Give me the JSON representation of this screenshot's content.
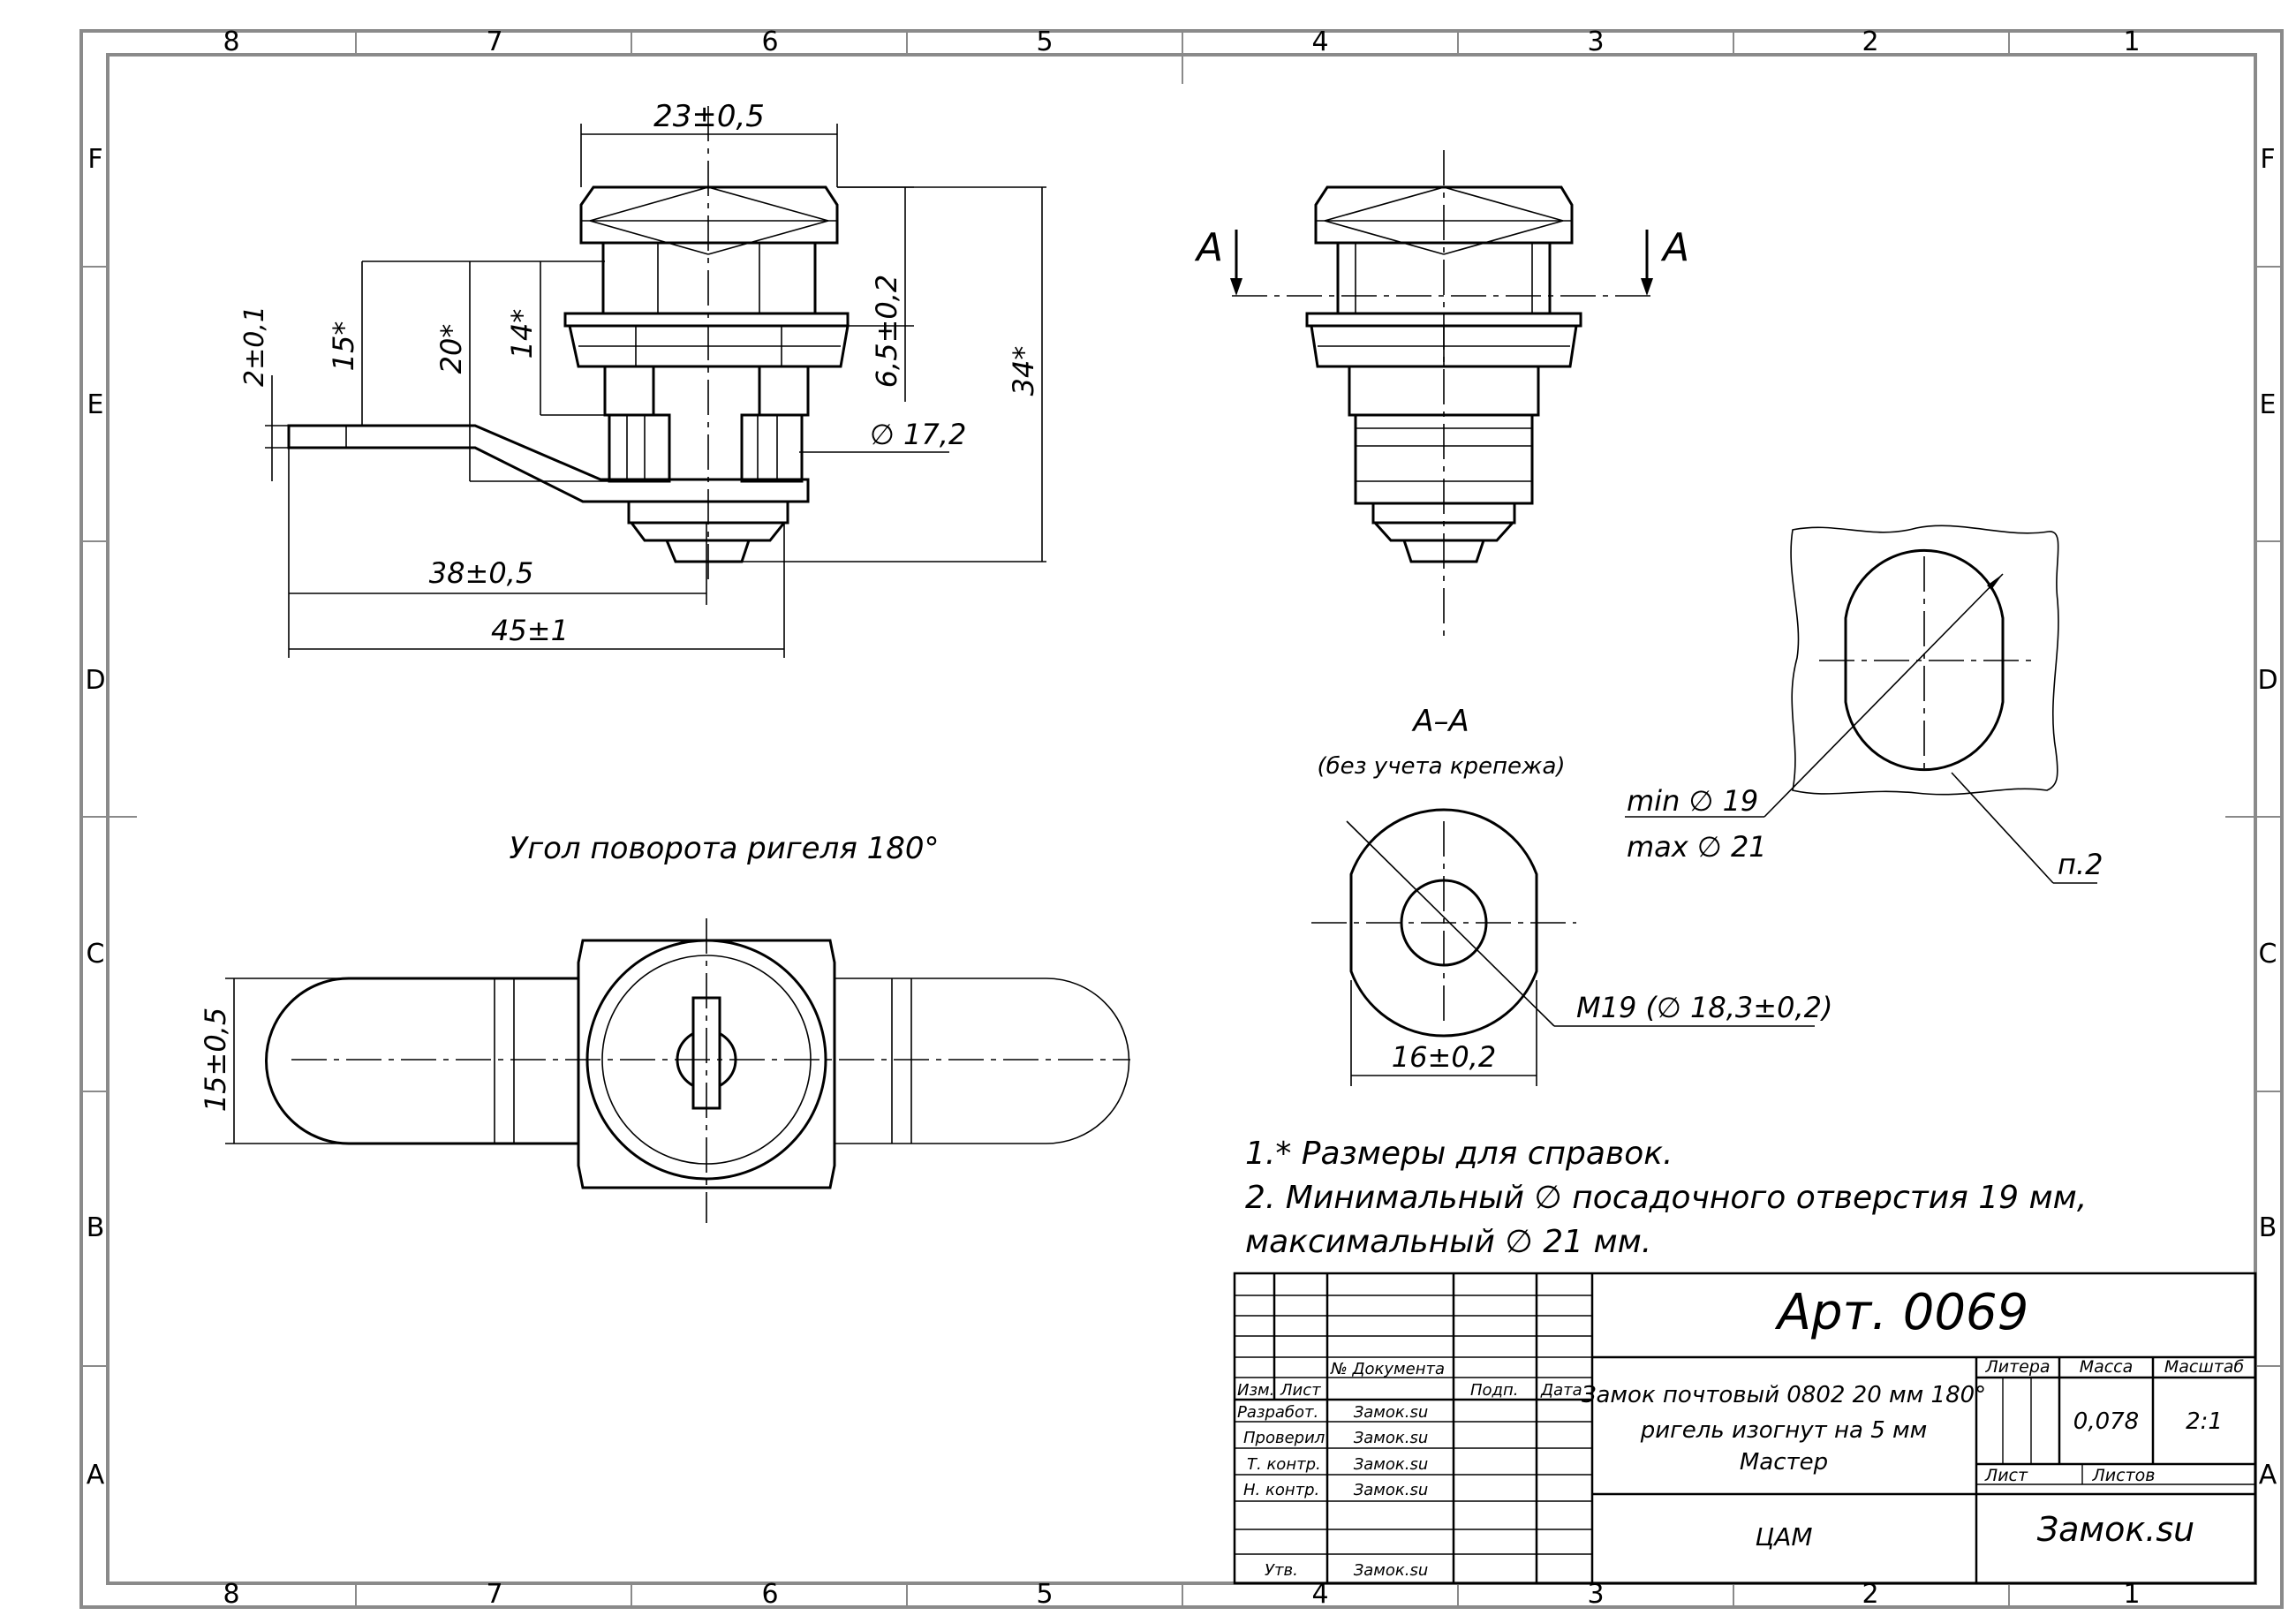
{
  "frame": {
    "cols": [
      "8",
      "7",
      "6",
      "5",
      "4",
      "3",
      "2",
      "1"
    ],
    "rows": [
      "F",
      "E",
      "D",
      "C",
      "B",
      "A"
    ]
  },
  "views": {
    "side": {
      "dim_width": "23±0,5",
      "dim_2": "2±0,1",
      "dim_15": "15*",
      "dim_20": "20*",
      "dim_14": "14*",
      "dim_65": "6,5±0,2",
      "dim_34": "34*",
      "dim_dia": "∅ 17,2",
      "dim_38": "38±0,5",
      "dim_45": "45±1"
    },
    "front": {
      "section_mark_left": "A",
      "section_mark_right": "A"
    },
    "section": {
      "title": "А–А",
      "subtitle": "(без учета крепежа)",
      "thread": "М19  (∅ 18,3±0,2)",
      "width": "16±0,2"
    },
    "hole": {
      "min": "min  ∅ 19",
      "max": "max ∅ 21",
      "ref": "п.2"
    },
    "top": {
      "rotation": "Угол поворота ригеля 180°",
      "dim_15": "15±0,5"
    }
  },
  "notes": [
    "1.* Размеры для справок.",
    "2. Минимальный ∅ посадочного отверстия 19 мм,",
    "максимальный ∅  21 мм."
  ],
  "titleblock": {
    "article": "Арт. 0069",
    "description": [
      "Замок почтовый 0802 20 мм 180°",
      "ригель изогнут на 5 мм",
      "Мастер"
    ],
    "material": "ЦАМ",
    "company": "Замок.su",
    "litera": "Литера",
    "mass_label": "Масса",
    "scale_label": "Масштаб",
    "mass": "0,078",
    "scale": "2:1",
    "sheet": "Лист",
    "sheets": "Листов",
    "col_izm": "Изм.",
    "col_list": "Лист",
    "col_doc": "№ Документа",
    "col_sign": "Подп.",
    "col_date": "Дата",
    "roles": [
      "Разработ.",
      "Проверил",
      "Т. контр.",
      "Н. контр.",
      "Утв."
    ],
    "names": [
      "Замок.su",
      "Замок.su",
      "Замок.su",
      "Замок.su",
      "Замок.su"
    ]
  }
}
